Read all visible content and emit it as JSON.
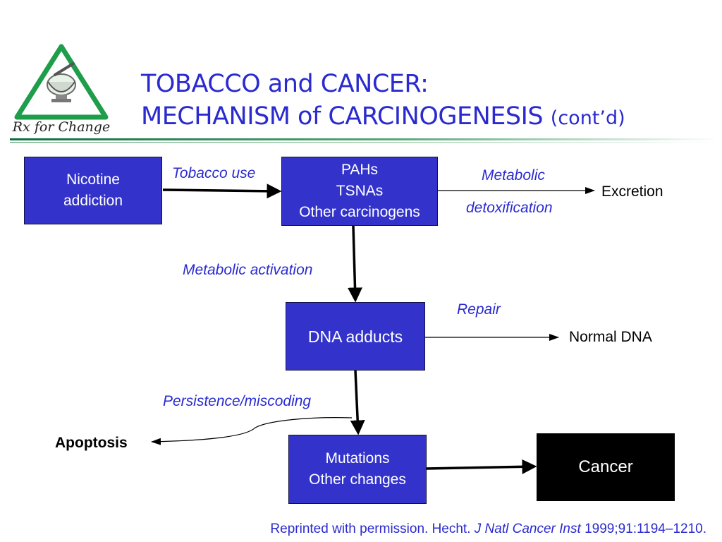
{
  "logo": {
    "caption": "Rx for Change"
  },
  "title": {
    "line1": "TOBACCO and CANCER:",
    "line2": "MECHANISM of CARCINOGENESIS",
    "suffix": "(cont’d)"
  },
  "boxes": {
    "nicotine": [
      "Nicotine",
      "addiction"
    ],
    "carcinogens": [
      "PAHs",
      "TSNAs",
      "Other carcinogens"
    ],
    "dna_adducts": [
      "DNA adducts"
    ],
    "mutations": [
      "Mutations",
      "Other changes"
    ],
    "cancer": [
      "Cancer"
    ]
  },
  "labels": {
    "tobacco_use": "Tobacco use",
    "metabolic": "Metabolic",
    "detoxification": "detoxification",
    "metabolic_activation": "Metabolic activation",
    "repair": "Repair",
    "persistence": "Persistence/miscoding"
  },
  "outcomes": {
    "excretion": "Excretion",
    "normal_dna": "Normal DNA",
    "apoptosis": "Apoptosis"
  },
  "footer": {
    "text": "Reprinted with permission. Hecht.",
    "journal": "J Natl Cancer Inst",
    "citation": "1999;91:1194–1210."
  },
  "colors": {
    "title": "#2a2ad0",
    "box_fill": "#3333cc",
    "cancer_fill": "#000000",
    "logo_green": "#1e9e4a"
  }
}
